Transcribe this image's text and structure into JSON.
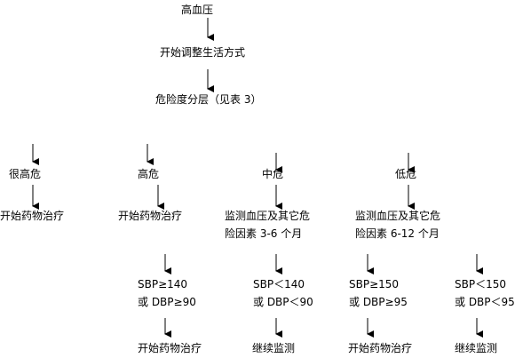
{
  "flow": {
    "root": "高血压",
    "step1": "开始调整生活方式",
    "step2": "危险度分层（见表 3）",
    "risk_levels": {
      "very_high": "很高危",
      "high": "高危",
      "medium": "中危",
      "low": "低危"
    },
    "actions": {
      "very_high": "开始药物治疗",
      "high": "开始药物治疗",
      "medium_line1": "监测血压及其它危",
      "medium_line2": "险因素 3-6 个月",
      "low_line1": "监测血压及其它危",
      "low_line2": "险因素 6-12 个月"
    },
    "conditions": {
      "high_line1": "SBP≥140",
      "high_line2": "或 DBP≥90",
      "medium_line1": "SBP＜140",
      "medium_line2": "或 DBP＜90",
      "low_a_line1": "SBP≥150",
      "low_a_line2": "或 DBP≥95",
      "low_b_line1": "SBP＜150",
      "low_b_line2": "或 DBP＜95"
    },
    "outcomes": {
      "high": "开始药物治疗",
      "medium": "继续监测",
      "low_a": "开始药物治疗",
      "low_b": "继续监测"
    }
  }
}
